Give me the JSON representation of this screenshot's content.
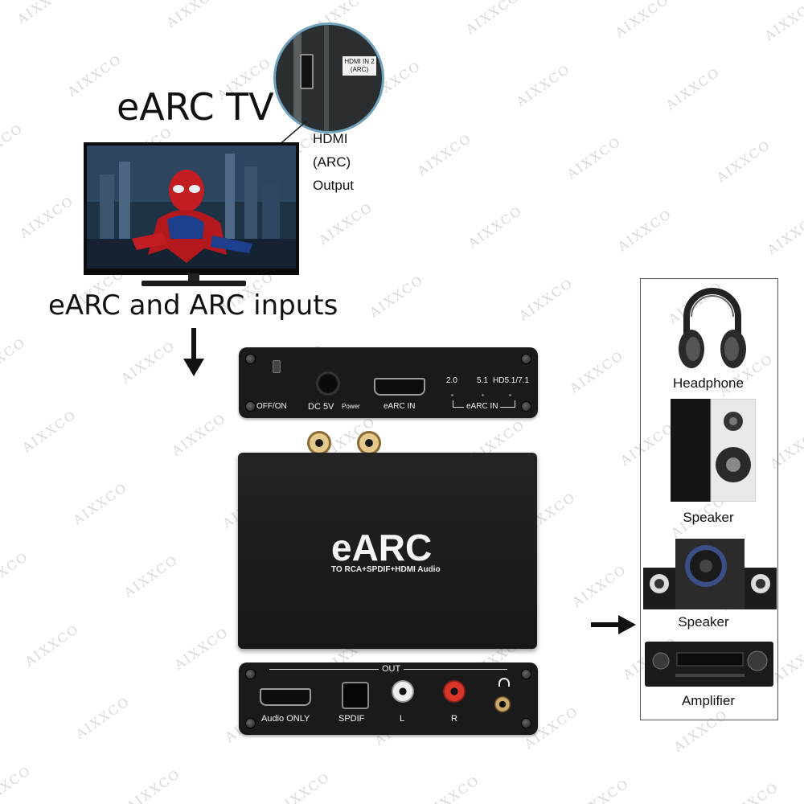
{
  "watermark": {
    "text": "AIXXCO"
  },
  "tv_title": "eARC TV",
  "inputs_title": "eARC and ARC inputs",
  "hdmi_caption": [
    "HDMI",
    "(ARC)",
    "Output"
  ],
  "zoom_label": [
    "HDMI IN 2",
    "(ARC)"
  ],
  "top_panel": {
    "switch_label": "OFF/ON",
    "dc_label": "DC 5V",
    "power_label": "Power",
    "hdmi_label": "eARC IN",
    "mode_labels": [
      "2.0",
      "5.1",
      "HD5.1/7.1"
    ],
    "mode_group": "eARC IN"
  },
  "device": {
    "logo": "eARC",
    "subtitle": "TO RCA+SPDIF+HDMI Audio"
  },
  "bottom_panel": {
    "out_label": "OUT",
    "hdmi_label": "Audio ONLY",
    "spdif_label": "SPDIF",
    "left_label": "L",
    "right_label": "R"
  },
  "outputs": [
    "Headphone",
    "Speaker",
    "Speaker",
    "Amplifier"
  ],
  "colors": {
    "panel": "#1a1a1a",
    "rca_red": "#d8362a",
    "rca_gold": "#e6c98d",
    "zoom_ring": "#6fa2bd"
  }
}
